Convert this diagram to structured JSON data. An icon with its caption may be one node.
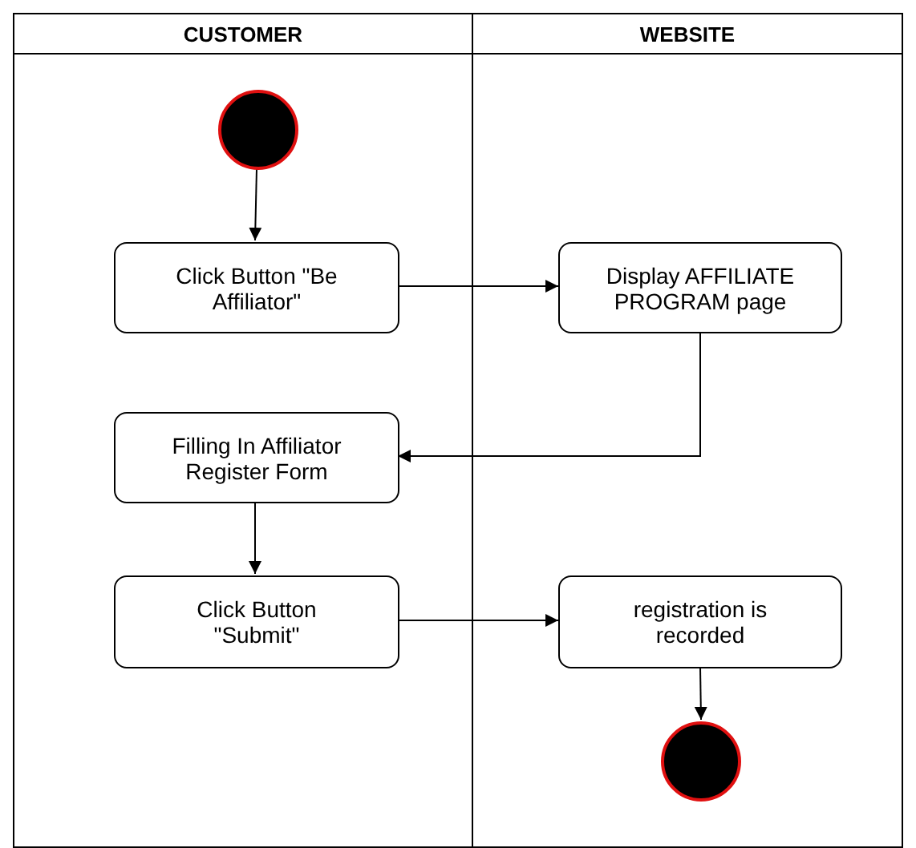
{
  "diagram": {
    "nodes": [
      {
        "text": [
          "CUSTOMER"
        ]
      },
      {
        "text": [
          "WEBSITE"
        ]
      },
      {
        "text": [],
        "shape": "circle",
        "in": 0
      },
      {
        "text": [
          "Click Button \"Be Affiliator\""
        ],
        "in": 0
      },
      {
        "text": [
          "Display AFFILIATE PROGRAM page"
        ],
        "in": 1
      },
      {
        "text": [
          "Filling In Affiliator Register Form"
        ],
        "in": 0
      },
      {
        "text": [
          "Click Button \"Submit\""
        ],
        "in": 0
      },
      {
        "text": [
          "registration is recorded"
        ],
        "in": 1
      },
      {
        "text": [],
        "shape": "circle",
        "in": 1
      }
    ],
    "edges": [
      {
        "from": 2,
        "to": 3,
        "arrow": "to"
      },
      {
        "from": 3,
        "to": 4,
        "arrow": "to"
      },
      {
        "from": 4,
        "to": 5,
        "arrow": "to"
      },
      {
        "from": 5,
        "to": 6,
        "arrow": "to"
      },
      {
        "from": 6,
        "to": 7,
        "arrow": "to"
      },
      {
        "from": 7,
        "to": 8,
        "arrow": "to"
      }
    ]
  }
}
